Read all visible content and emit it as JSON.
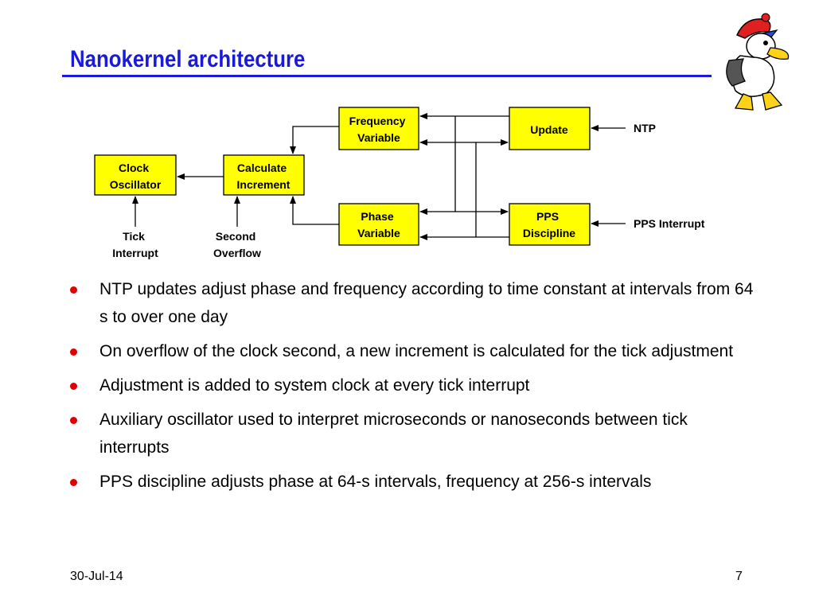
{
  "slide": {
    "title": "Nanokernel architecture",
    "date": "30-Jul-14",
    "page_number": "7"
  },
  "diagram": {
    "boxes": {
      "frequency_variable": [
        "Frequency",
        "Variable"
      ],
      "update": [
        "Update"
      ],
      "clock_oscillator": [
        "Clock",
        "Oscillator"
      ],
      "calculate_increment": [
        "Calculate",
        "Increment"
      ],
      "phase_variable": [
        "Phase",
        "Variable"
      ],
      "pps_discipline": [
        "PPS",
        "Discipline"
      ]
    },
    "inputs": {
      "ntp": "NTP",
      "pps_interrupt": "PPS Interrupt",
      "tick_interrupt": [
        "Tick",
        "Interrupt"
      ],
      "second_overflow": [
        "Second",
        "Overflow"
      ]
    }
  },
  "bullets": [
    "NTP updates adjust phase and frequency according to time constant at intervals from 64 s to over one day",
    "On overflow of the clock second, a new increment is calculated for the tick adjustment",
    "Adjustment is added to system clock at every tick interrupt",
    "Auxiliary oscillator used to interpret microseconds or nanoseconds between tick interrupts",
    "PPS discipline adjusts phase at 64-s intervals, frequency at 256-s intervals"
  ],
  "colors": {
    "title": "#1a1adb",
    "box_fill": "#ffff00",
    "bullet": "#e00000"
  },
  "icons": [
    "duck-mascot-icon",
    "bullet-dot-icon"
  ]
}
